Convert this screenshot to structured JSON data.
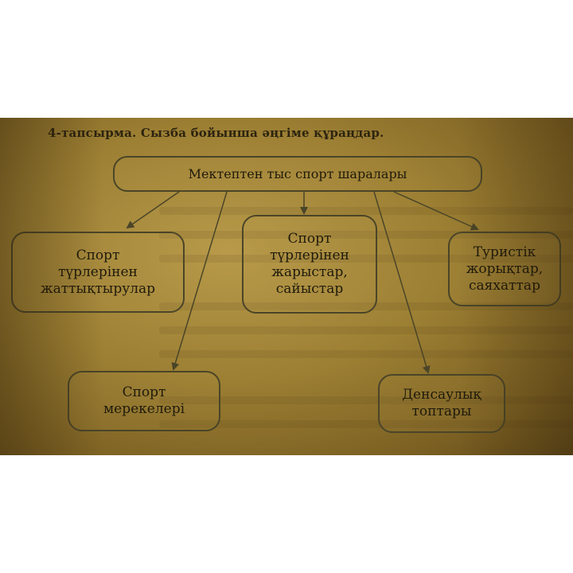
{
  "task": {
    "title": "4-тапсырма. Сызба бойынша әңгіме құраңдар."
  },
  "diagram": {
    "root": {
      "label": "Мектептен тыс спорт шаралары"
    },
    "children": [
      {
        "id": "training",
        "label": "Спорт\nтүрлерінен\nжаттықтырулар"
      },
      {
        "id": "competitions",
        "label": "Спорт\nтүрлерінен\nжарыстар,\nсайыстар"
      },
      {
        "id": "tourism",
        "label": "Туристік\nжорықтар,\nсаяхаттар"
      },
      {
        "id": "holidays",
        "label": "Спорт\nмерекелері"
      },
      {
        "id": "health",
        "label": "Денсаулық\nтоптары"
      }
    ],
    "line_color": "#4a4528"
  }
}
